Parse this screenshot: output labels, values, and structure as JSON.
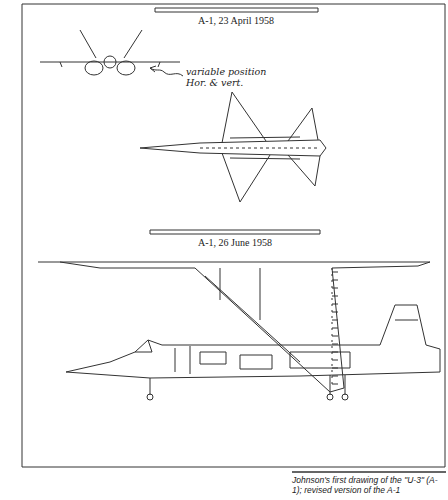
{
  "diagram": {
    "caption": "Johnson's first drawing of the \"U-3\" (A-1); revised version of the A-1",
    "labels": [
      "A-1, 23 April 1958",
      "variable position Hor. & vert.",
      "A-1, 26 June 1958"
    ]
  }
}
